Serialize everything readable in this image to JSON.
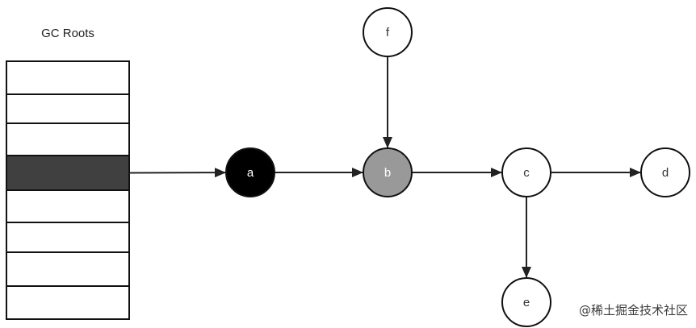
{
  "diagram": {
    "title": "GC Roots",
    "root_stack": {
      "slot_count": 8,
      "highlighted_slot": 3,
      "slot_fill": "#ffffff",
      "highlight_fill": "#404040",
      "stroke": "#111111"
    },
    "nodes": [
      {
        "id": "a",
        "label": "a",
        "fill": "#000000",
        "text_color": "#ffffff"
      },
      {
        "id": "b",
        "label": "b",
        "fill": "#999999",
        "text_color": "#ffffff"
      },
      {
        "id": "c",
        "label": "c",
        "fill": "#ffffff",
        "text_color": "#333333"
      },
      {
        "id": "d",
        "label": "d",
        "fill": "#ffffff",
        "text_color": "#333333"
      },
      {
        "id": "e",
        "label": "e",
        "fill": "#ffffff",
        "text_color": "#333333"
      },
      {
        "id": "f",
        "label": "f",
        "fill": "#ffffff",
        "text_color": "#333333"
      }
    ],
    "edges": [
      {
        "from": "root",
        "to": "a"
      },
      {
        "from": "a",
        "to": "b"
      },
      {
        "from": "f",
        "to": "b"
      },
      {
        "from": "b",
        "to": "c"
      },
      {
        "from": "c",
        "to": "d"
      },
      {
        "from": "c",
        "to": "e"
      }
    ]
  },
  "watermark": "@稀土掘金技术社区"
}
